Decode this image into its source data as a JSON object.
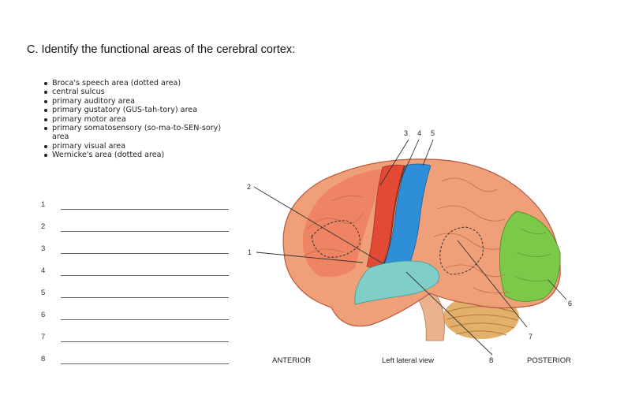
{
  "question": "C.  Identify the functional areas of the cerebral cortex:",
  "terms": [
    "Broca's speech area (dotted area)",
    "central sulcus",
    "primary auditory area",
    "primary gustatory (GUS-tah-tory) area",
    "primary motor area",
    "primary somatosensory (so-ma-to-SEN-sory) area",
    "primary visual area",
    "Wernicke's area (dotted area)"
  ],
  "answer_numbers": [
    "1",
    "2",
    "3",
    "4",
    "5",
    "6",
    "7",
    "8"
  ],
  "figure": {
    "callouts": [
      "1",
      "2",
      "3",
      "4",
      "5",
      "6",
      "7",
      "8"
    ],
    "anterior": "ANTERIOR",
    "view": "Left lateral view",
    "posterior": "POSTERIOR"
  },
  "colors": {
    "frontal": "#f0a078",
    "motor": "#e24a35",
    "somatosensory": "#2e8fd8",
    "visual": "#7cc94a",
    "auditory": "#7fcfc8",
    "cerebellum": "#e2b06a"
  }
}
